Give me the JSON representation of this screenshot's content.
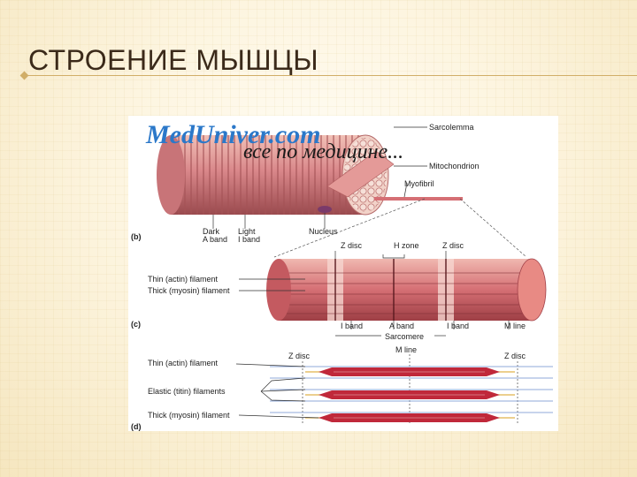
{
  "slide": {
    "title": "СТРОЕНИЕ МЫШЦЫ"
  },
  "watermark": {
    "site": "MedUniver.com",
    "tagline": "все по медицине..."
  },
  "panels": {
    "b": "(b)",
    "c": "(c)",
    "d": "(d)"
  },
  "labels_b": {
    "sarcolemma": "Sarcolemma",
    "mitochondrion": "Mitochondrion",
    "myofibril": "Myofibril",
    "dark": "Dark",
    "a_band": "A band",
    "light": "Light",
    "i_band": "I band",
    "nucleus": "Nucleus"
  },
  "labels_c": {
    "z_disc_left": "Z disc",
    "h_zone": "H zone",
    "z_disc_right": "Z disc",
    "thin": "Thin (actin) filament",
    "thick": "Thick (myosin) filament",
    "i_band_left": "I band",
    "a_band": "A band",
    "i_band_right": "I band",
    "m_line": "M line",
    "sarcomere": "Sarcomere"
  },
  "labels_d": {
    "m_line": "M line",
    "z_disc_left": "Z disc",
    "z_disc_right": "Z disc",
    "thin": "Thin (actin) filament",
    "elastic": "Elastic (titin) filaments",
    "thick": "Thick (myosin) filament"
  },
  "colors": {
    "muscle": "#d9878a",
    "muscle_dark": "#b85a5e",
    "myosin": "#c0283a",
    "title": "#3b2a1a",
    "accent": "#d1ae68"
  }
}
